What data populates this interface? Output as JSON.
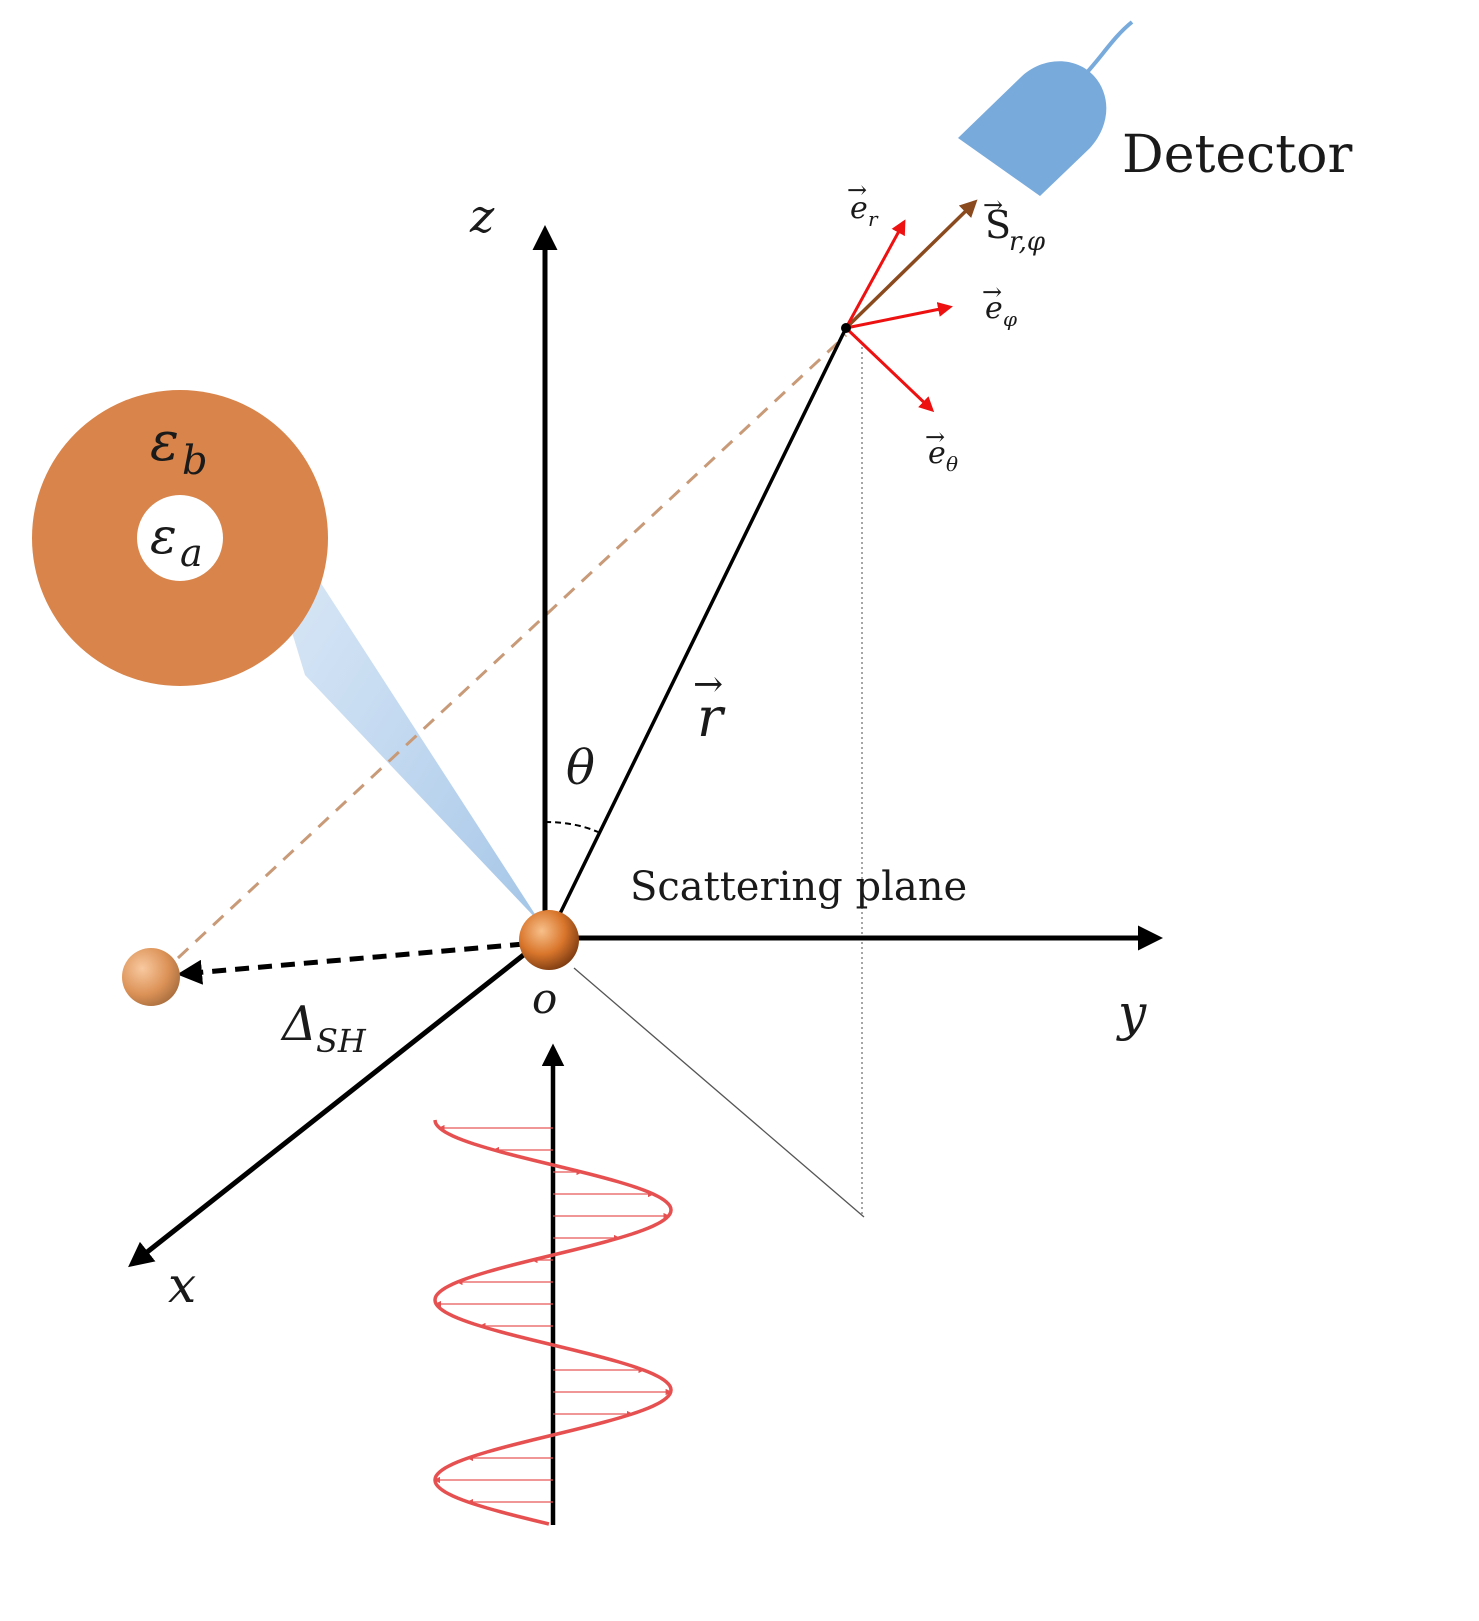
{
  "labels": {
    "detector": "Detector",
    "scattering_plane": "Scattering plane",
    "axis_z": "z",
    "axis_y": "y",
    "axis_x": "x",
    "origin": "o",
    "r_vector": "r",
    "theta": "θ",
    "delta": "Δ",
    "delta_sub": "SH",
    "eps_b": "ε",
    "eps_b_sub": "b",
    "eps_a": "ε",
    "eps_a_sub": "a",
    "e_r": "e",
    "e_r_sub": "r",
    "e_phi": "e",
    "e_phi_sub": "φ",
    "e_theta": "e",
    "e_theta_sub": "θ",
    "s_vec": "S",
    "s_vec_sub": "r,φ"
  },
  "colors": {
    "axes": "#000000",
    "unit_vectors": "#ee1111",
    "poynting_vector": "#8b4a1e",
    "particle": "#d9843f",
    "shell": "#d8844a",
    "core": "#ffffff",
    "detector": "#78aadc",
    "cone": "#a9c9ea",
    "wave": "#e65050",
    "dashed_projection": "#c89a78"
  },
  "icons": {
    "detector": "detector-icon",
    "particle": "particle-sphere",
    "displaced_particle": "displaced-particle-sphere"
  }
}
